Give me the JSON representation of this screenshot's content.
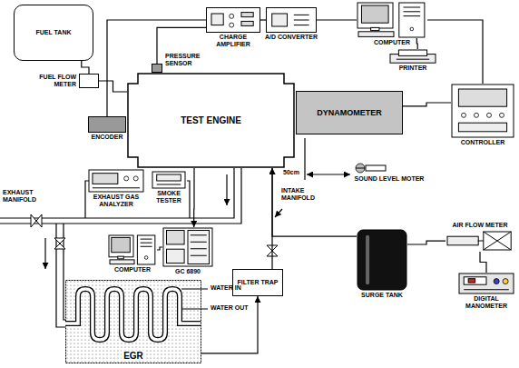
{
  "diagram": {
    "nodes": [
      {
        "text": [
          "FUEL TANK"
        ]
      },
      {
        "text": [
          "FUEL FLOW METER"
        ]
      },
      {
        "text": [
          "CHARGE AMPLIFIER"
        ]
      },
      {
        "text": [
          "A/D CONVERTER"
        ]
      },
      {
        "text": [
          "COMPUTER"
        ]
      },
      {
        "text": [
          "PRINTER"
        ]
      },
      {
        "text": [
          "PRESSURE SENSOR"
        ]
      },
      {
        "text": [
          "TEST ENGINE"
        ]
      },
      {
        "text": [
          "DYNAMOMETER"
        ]
      },
      {
        "text": [
          "CONTROLLER"
        ]
      },
      {
        "text": [
          "ENCODER"
        ]
      },
      {
        "text": [
          "SOUND LEVEL MOTER"
        ]
      },
      {
        "text": [
          "EXHAUST GAS ANALYZER"
        ]
      },
      {
        "text": [
          "SMOKE TESTER"
        ]
      },
      {
        "text": [
          "COMPUTER"
        ]
      },
      {
        "text": [
          "GC 6890"
        ]
      },
      {
        "text": [
          "FILTER TRAP"
        ]
      },
      {
        "text": [
          "SURGE TANK"
        ]
      },
      {
        "text": [
          "AIR FLOW METER"
        ]
      },
      {
        "text": [
          "DIGITAL MANOMETER"
        ]
      },
      {
        "text": [
          "EGR"
        ]
      }
    ],
    "edges": [
      {
        "from": 0,
        "to": 1,
        "arrow": "none"
      },
      {
        "from": 1,
        "to": 7,
        "arrow": "none"
      },
      {
        "from": 10,
        "to": 2,
        "arrow": "none"
      },
      {
        "from": 2,
        "to": 6,
        "arrow": "none"
      },
      {
        "from": 2,
        "to": 3,
        "arrow": "none"
      },
      {
        "from": 3,
        "to": 4,
        "arrow": "none"
      },
      {
        "from": 4,
        "to": 5,
        "arrow": "none"
      },
      {
        "from": 4,
        "to": 9,
        "arrow": "none"
      },
      {
        "from": 9,
        "to": 8,
        "arrow": "none"
      },
      {
        "from": 7,
        "to": 15,
        "arrow": "to"
      },
      {
        "from": 14,
        "to": 15,
        "arrow": "none"
      },
      {
        "from": 17,
        "to": 7,
        "arrow": "to"
      },
      {
        "from": 16,
        "to": 7,
        "arrow": "to"
      },
      {
        "from": 20,
        "to": 16,
        "arrow": "to"
      },
      {
        "from": 18,
        "to": 17,
        "arrow": "none"
      },
      {
        "from": 19,
        "to": 18,
        "arrow": "none"
      }
    ],
    "labels": [
      "EXHAUST MANIFOLD",
      "50cm",
      "INTAKE MANIFOLD",
      "WATER IN",
      "WATER OUT"
    ]
  }
}
